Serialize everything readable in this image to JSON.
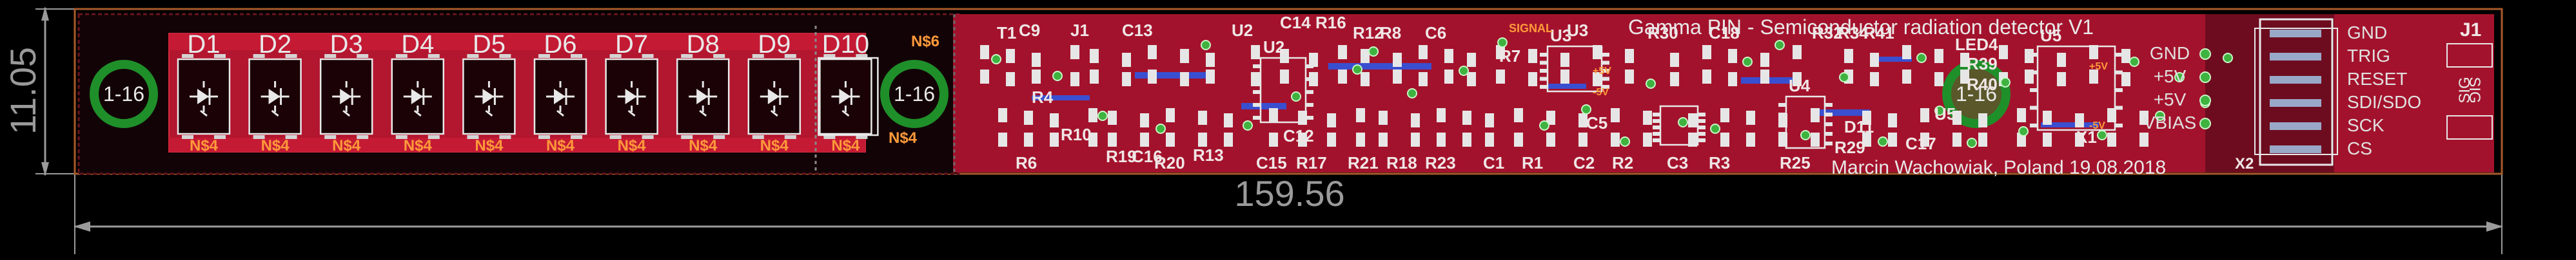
{
  "window": {
    "title": ""
  },
  "board": {
    "title": "Gamma PIN - Semiconductor radiation detector V1",
    "author": "Marcin Wachowiak, Poland 19.08.2018",
    "length_dim": "159.56",
    "height_dim": "11.05",
    "colors": {
      "background": "#000000",
      "board_red": "#a3122c",
      "dim_line": "#9a9a9a",
      "silk": "#e8e8e8",
      "net_orange": "#ff9a3a",
      "mount_green": "#1f8f2a",
      "pad_green": "#3fb23f",
      "via_blue": "#3a4fd0"
    }
  },
  "diodes": [
    "D1",
    "D2",
    "D3",
    "D4",
    "D5",
    "D6",
    "D7",
    "D8",
    "D9",
    "D10"
  ],
  "diode_net": "N$4",
  "n6_label": "N$6",
  "mount_holes": {
    "left": "1-16",
    "mid": "1-16",
    "right": "1-16"
  },
  "refdes_top": [
    "C9",
    "J1",
    "C13",
    "U2",
    "C14",
    "R16",
    "R12",
    "R8",
    "C6",
    "U3",
    "R30",
    "C18",
    "R32",
    "R34",
    "R41",
    "LED4",
    "U5",
    "J1"
  ],
  "refdes_top_prefix": "T1",
  "refdes_bottom": [
    "R6",
    "R10",
    "R19",
    "C16",
    "R20",
    "R13",
    "C15",
    "R17",
    "R21",
    "R18",
    "R23",
    "C1",
    "R1",
    "C2",
    "R2",
    "C3",
    "R3",
    "R25",
    "R29",
    "D11",
    "C17",
    "R39",
    "R40",
    "X1",
    "X2"
  ],
  "refdes_mid": [
    "R4",
    "R7",
    "C5",
    "C12",
    "U4"
  ],
  "connector": {
    "pins": [
      "GND",
      "TRIG",
      "RESET",
      "SDI/SDO",
      "SCK",
      "CS"
    ],
    "side_pins": [
      "GND",
      "+5V",
      "+5V",
      "VBIAS"
    ],
    "side_labels": [
      "SIG",
      "SIG"
    ]
  },
  "net_labels": [
    "SIGNAL",
    "+5V",
    "-5V"
  ]
}
